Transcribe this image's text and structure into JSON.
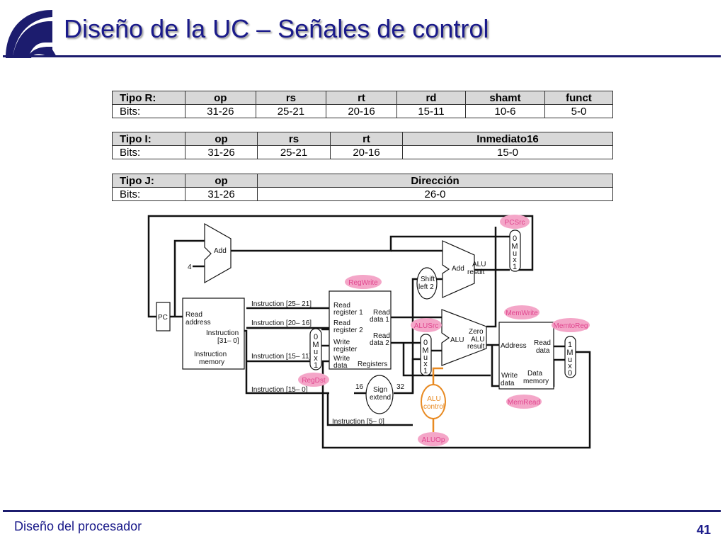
{
  "slide": {
    "title": "Diseño de la UC – Señales de control",
    "footer": "Diseño del procesador",
    "page_number": "41"
  },
  "colors": {
    "title": "#1a1a8a",
    "rule": "#1c1c6e",
    "header_fill": "#d8d8d8",
    "control_bubble": "#f4a6c8",
    "control_text": "#e0458e",
    "alu_control_outline": "#e88a22"
  },
  "formats": {
    "tipo_r": {
      "header": [
        "Tipo R:",
        "op",
        "rs",
        "rt",
        "rd",
        "shamt",
        "funct"
      ],
      "bits": [
        "Bits:",
        "31-26",
        "25-21",
        "20-16",
        "15-11",
        "10-6",
        "5-0"
      ]
    },
    "tipo_i": {
      "header": [
        "Tipo I:",
        "op",
        "rs",
        "rt",
        "Inmediato16"
      ],
      "bits": [
        "Bits:",
        "31-26",
        "25-21",
        "20-16",
        "15-0"
      ]
    },
    "tipo_j": {
      "header": [
        "Tipo J:",
        "op",
        "Dirección"
      ],
      "bits": [
        "Bits:",
        "31-26",
        "26-0"
      ]
    }
  },
  "datapath": {
    "pc": "PC",
    "const_four": "4",
    "add_pc": "Add",
    "shift_left": [
      "Shift",
      "left 2"
    ],
    "add_branch": "Add",
    "add_branch_result": [
      "ALU",
      "result"
    ],
    "instr_mem": [
      "Read",
      "address",
      "Instruction",
      "[31– 0]",
      "Instruction",
      "memory"
    ],
    "instr_fields": [
      "Instruction [25– 21]",
      "Instruction [20– 16]",
      "Instruction [15– 11]",
      "Instruction [15– 0]",
      "Instruction [5– 0]"
    ],
    "registers": [
      "Read",
      "register 1",
      "Read",
      "register 2",
      "Write",
      "register",
      "Write",
      "data",
      "Read",
      "data 1",
      "Read",
      "data 2",
      "Registers"
    ],
    "sign_extend": [
      "Sign",
      "extend"
    ],
    "sign_bits_in": "16",
    "sign_bits_out": "32",
    "alu": "ALU",
    "alu_outputs": [
      "Zero",
      "ALU",
      "result"
    ],
    "alu_control": [
      "ALU",
      "control"
    ],
    "data_mem": [
      "Address",
      "Read",
      "data",
      "Write",
      "data",
      "Data",
      "memory"
    ],
    "mux_regdst": [
      "0",
      "M",
      "u",
      "x",
      "1"
    ],
    "mux_alusrc": [
      "0",
      "M",
      "u",
      "x",
      "1"
    ],
    "mux_memtoreg": [
      "1",
      "M",
      "u",
      "x",
      "0"
    ],
    "mux_pcsrc": [
      "0",
      "M",
      "u",
      "x",
      "1"
    ]
  },
  "control_signals": [
    "PCSrc",
    "RegWrite",
    "ALUSrc",
    "MemWrite",
    "MemtoReg",
    "RegDst",
    "MemRead",
    "ALUOp"
  ]
}
